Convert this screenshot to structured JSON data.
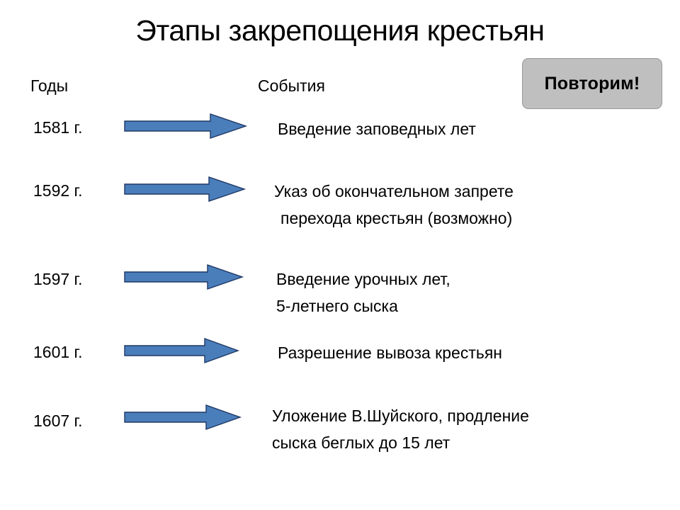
{
  "slide": {
    "title": "Этапы закрепощения крестьян",
    "background_color": "#FFFFFF",
    "text_color": "#000000"
  },
  "headers": {
    "years_label": "Годы",
    "events_label": "События"
  },
  "repeat_button": {
    "label": "Повторим!",
    "fill_color": "#BFBFBF",
    "border_color": "#9A9A9A",
    "text_color": "#000000"
  },
  "arrow_style": {
    "icon": "right-arrow-icon",
    "fill_color": "#4A7EBB",
    "outline_color": "#1F3864"
  },
  "rows": [
    {
      "year": "1581 г.",
      "arrow_width": 172,
      "arrow_height": 34,
      "event_lines": [
        "Введение заповедных лет"
      ]
    },
    {
      "year": "1592 г.",
      "arrow_width": 170,
      "arrow_height": 34,
      "event_lines": [
        "Указ об окончательном запрете",
        "перехода крестьян (возможно)"
      ]
    },
    {
      "year": "1597 г.",
      "arrow_width": 167,
      "arrow_height": 34,
      "event_lines": [
        "Введение урочных лет,",
        "5-летнего сыска"
      ]
    },
    {
      "year": "1601 г.",
      "arrow_width": 161,
      "arrow_height": 34,
      "event_lines": [
        "Разрешение вывоза крестьян"
      ]
    },
    {
      "year": "1607 г.",
      "arrow_width": 164,
      "arrow_height": 34,
      "event_lines": [
        "Уложение В.Шуйского, продление",
        "сыска беглых до 15 лет"
      ]
    }
  ]
}
